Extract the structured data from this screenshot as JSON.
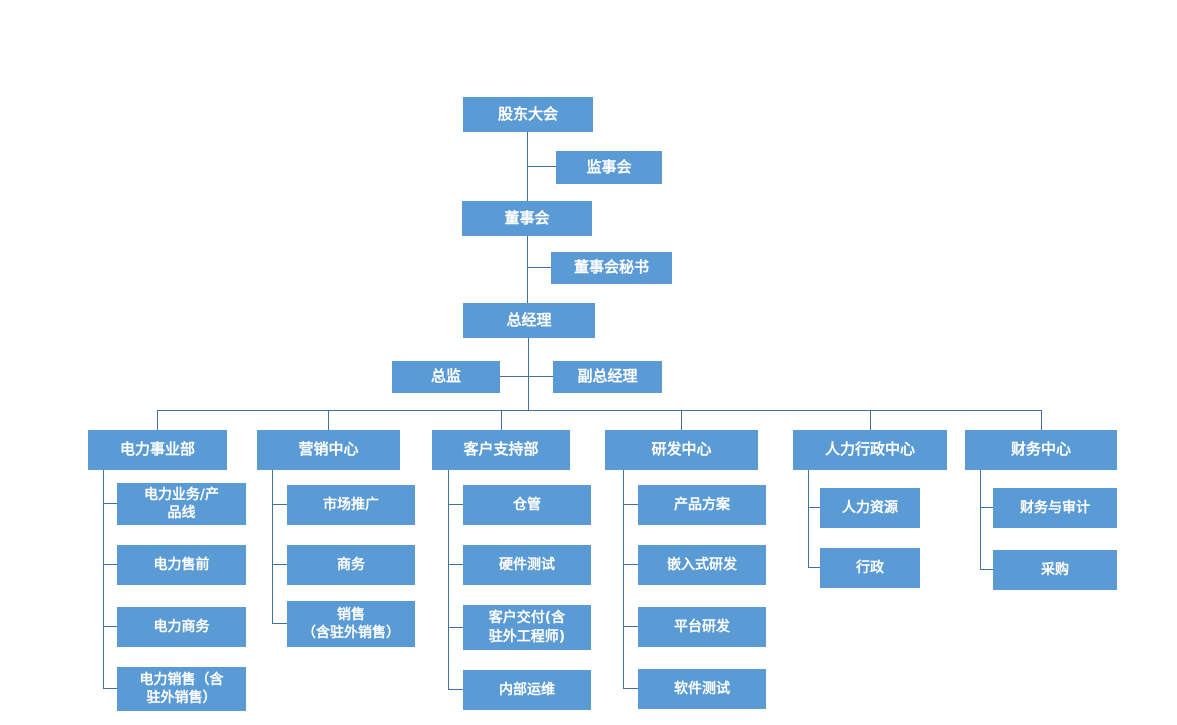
{
  "colors": {
    "box": "#5b9bd5",
    "line": "#41719c",
    "text": "#ffffff"
  },
  "top": {
    "shareholders": "股东大会",
    "supervisory_board": "监事会",
    "board_of_directors": "董事会",
    "board_secretary": "董事会秘书",
    "general_manager": "总经理",
    "director": "总监",
    "deputy_general_manager": "副总经理"
  },
  "departments": [
    {
      "label": "电力事业部",
      "children": [
        "电力业务/产\n品线",
        "电力售前",
        "电力商务",
        "电力销售（含\n驻外销售）"
      ]
    },
    {
      "label": "营销中心",
      "children": [
        "市场推广",
        "商务",
        "销售\n（含驻外销售）"
      ]
    },
    {
      "label": "客户支持部",
      "children": [
        "仓管",
        "硬件测试",
        "客户交付(含\n驻外工程师)",
        "内部运维"
      ]
    },
    {
      "label": "研发中心",
      "children": [
        "产品方案",
        "嵌入式研发",
        "平台研发",
        "软件测试"
      ]
    },
    {
      "label": "人力行政中心",
      "children": [
        "人力资源",
        "行政"
      ]
    },
    {
      "label": "财务中心",
      "children": [
        "财务与审计",
        "采购"
      ]
    }
  ]
}
